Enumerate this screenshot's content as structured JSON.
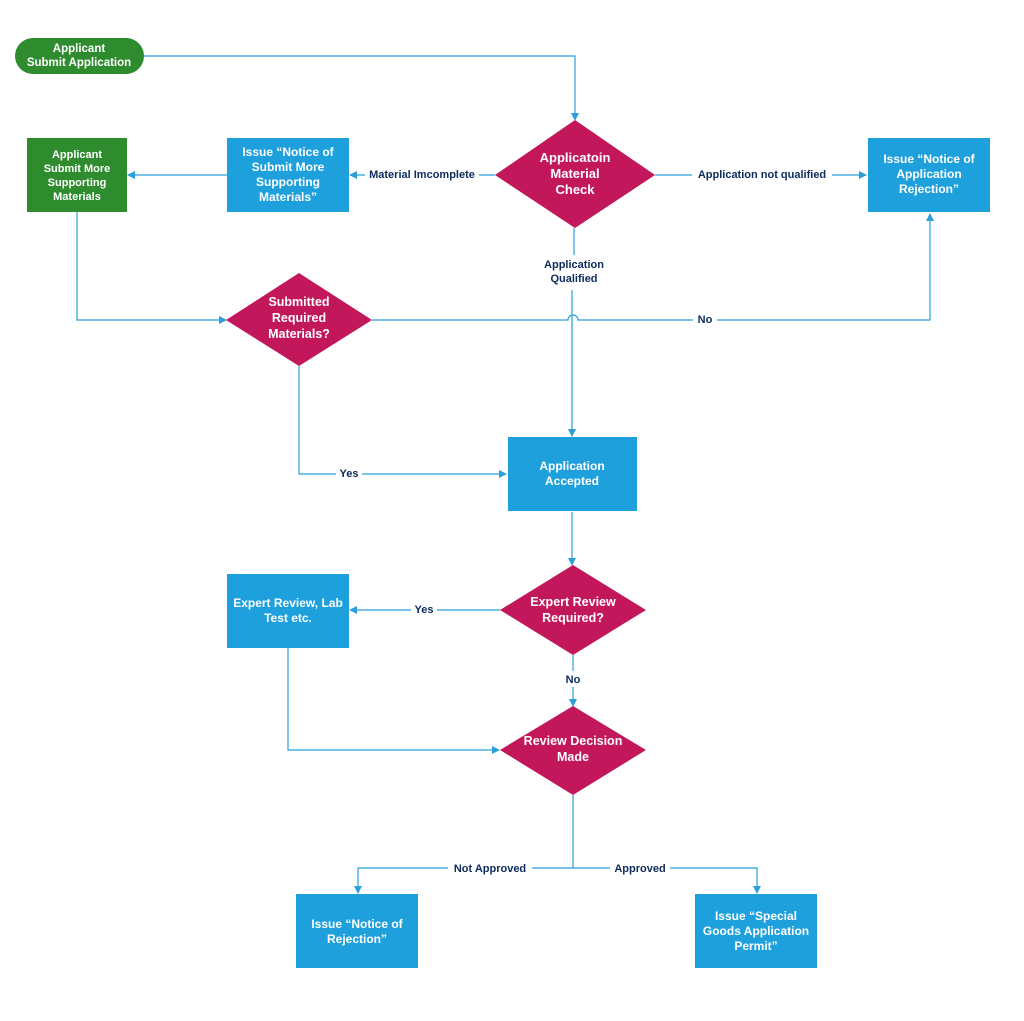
{
  "colors": {
    "start": "#2e8b2e",
    "process_green": "#2e8b2e",
    "process_blue": "#1ea0dc",
    "decision": "#c2185b",
    "connector": "#2b9fd9",
    "edge_label": "#0d2b5e"
  },
  "nodes": {
    "start": [
      "Applicant",
      "Submit Application"
    ],
    "material_check": [
      "Applicatoin",
      "Material",
      "Check"
    ],
    "notice_more": [
      "Issue “Notice of",
      "Submit More",
      "Supporting",
      "Materials”"
    ],
    "applicant_more": [
      "Applicant",
      "Submit More",
      "Supporting",
      "Materials"
    ],
    "notice_app_rejection": [
      "Issue “Notice of",
      "Application",
      "Rejection”"
    ],
    "submitted_required": [
      "Submitted",
      "Required",
      "Materials?"
    ],
    "accepted": [
      "Application",
      "Accepted"
    ],
    "expert_required": [
      "Expert Review",
      "Required?"
    ],
    "expert_review": [
      "Expert Review, Lab",
      "Test etc."
    ],
    "review_decision": [
      "Review Decision",
      "Made"
    ],
    "notice_rejection": [
      "Issue “Notice of",
      "Rejection”"
    ],
    "permit": [
      "Issue “Special",
      "Goods Application",
      "Permit”"
    ]
  },
  "edges": {
    "material_incomplete": "Material Imcomplete",
    "not_qualified": "Application not qualified",
    "qualified": [
      "Application",
      "Qualified"
    ],
    "no_materials": "No",
    "yes_materials": "Yes",
    "yes_expert": "Yes",
    "no_expert": "No",
    "not_approved": "Not Approved",
    "approved": "Approved"
  }
}
